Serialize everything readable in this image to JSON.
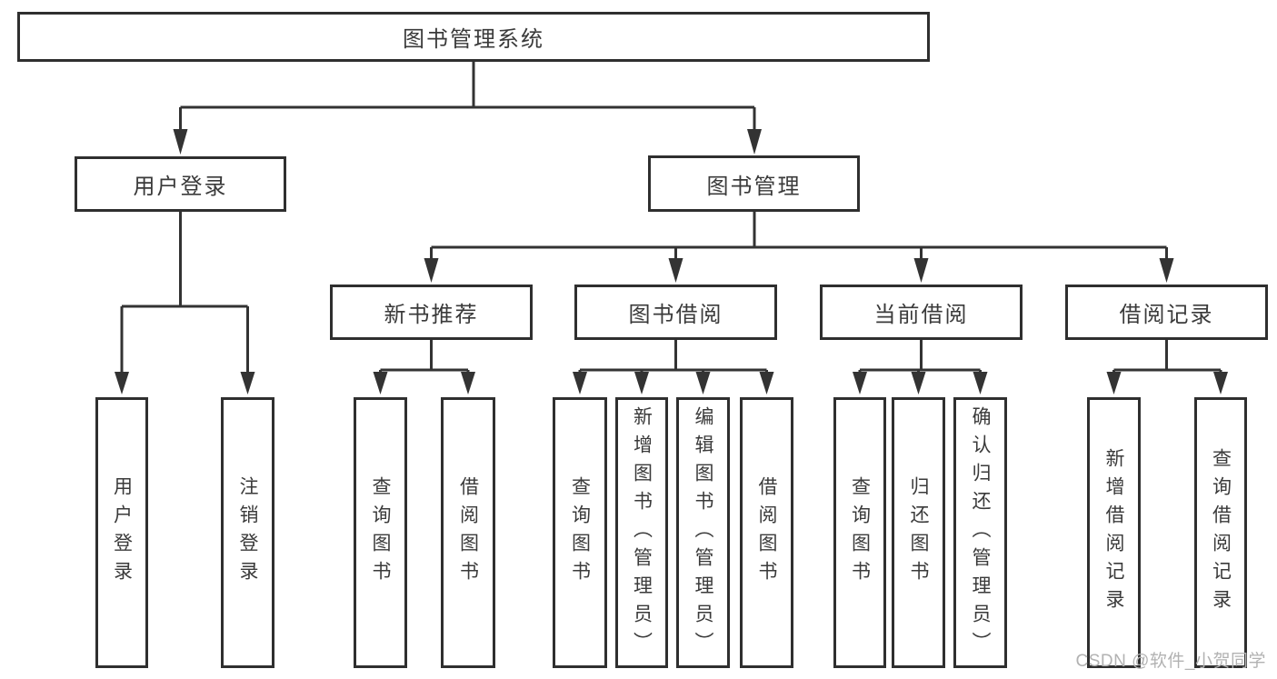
{
  "tree": {
    "root": {
      "label": "图书管理系统",
      "children": [
        {
          "label": "用户登录",
          "children": [
            {
              "label": "用户登录"
            },
            {
              "label": "注销登录"
            }
          ]
        },
        {
          "label": "图书管理",
          "children": [
            {
              "label": "新书推荐",
              "children": [
                {
                  "label": "查询图书"
                },
                {
                  "label": "借阅图书"
                }
              ]
            },
            {
              "label": "图书借阅",
              "children": [
                {
                  "label": "查询图书"
                },
                {
                  "label": "新增图书（管理员）"
                },
                {
                  "label": "编辑图书（管理员）"
                },
                {
                  "label": "借阅图书"
                }
              ]
            },
            {
              "label": "当前借阅",
              "children": [
                {
                  "label": "查询图书"
                },
                {
                  "label": "归还图书"
                },
                {
                  "label": "确认归还（管理员）"
                }
              ]
            },
            {
              "label": "借阅记录",
              "children": [
                {
                  "label": "新增借阅记录"
                },
                {
                  "label": "查询借阅记录"
                }
              ]
            }
          ]
        }
      ]
    }
  },
  "watermark": "CSDN @软件_小贺同学",
  "colors": {
    "line": "#333333",
    "box_border": "#2f2f2f",
    "text": "#3a3a3a",
    "watermark": "#b2b2b2",
    "background": "#ffffff"
  }
}
